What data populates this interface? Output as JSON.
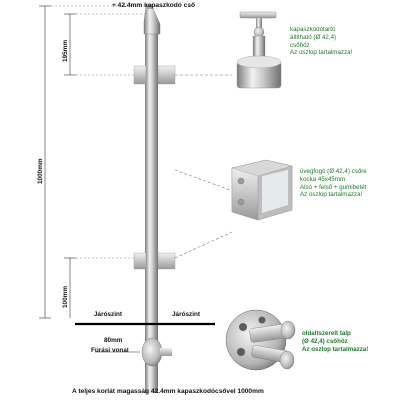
{
  "texts": {
    "top_tube": "+ 42.4mm kapaszkodó cső",
    "dim_195": "195mm",
    "dim_1000": "1000mm",
    "dim_100": "100mm",
    "jaro_left": "Járószint",
    "jaro_right": "Járószint",
    "drill_80": "80mm",
    "drill_label": "Fúrási vonal",
    "bottom_caption": "A teljes korlát magasság 42.4mm kapaszkodócsővel 1000mm"
  },
  "callouts": {
    "holder": [
      "kapaszkodótartó",
      "állítható (Ø 42,4)",
      "csőhöz",
      "Az oszlop tartalmazza!"
    ],
    "glass": [
      "üvegfogó (Ø 42,4) csőre",
      "kocka 45x45mm",
      "Alsó + felső + gumibetét",
      "Az oszlop tartalmazza!"
    ],
    "base": [
      "oldaltszerelt talp",
      "(Ø 42,4) csőhöz",
      "Az oszlop tartalmazza!"
    ]
  },
  "colors": {
    "callout_text": "#1f7a2a",
    "steel_light": "#e8e8e8",
    "steel_dark": "#8a8a8a",
    "leader": "#777777"
  }
}
